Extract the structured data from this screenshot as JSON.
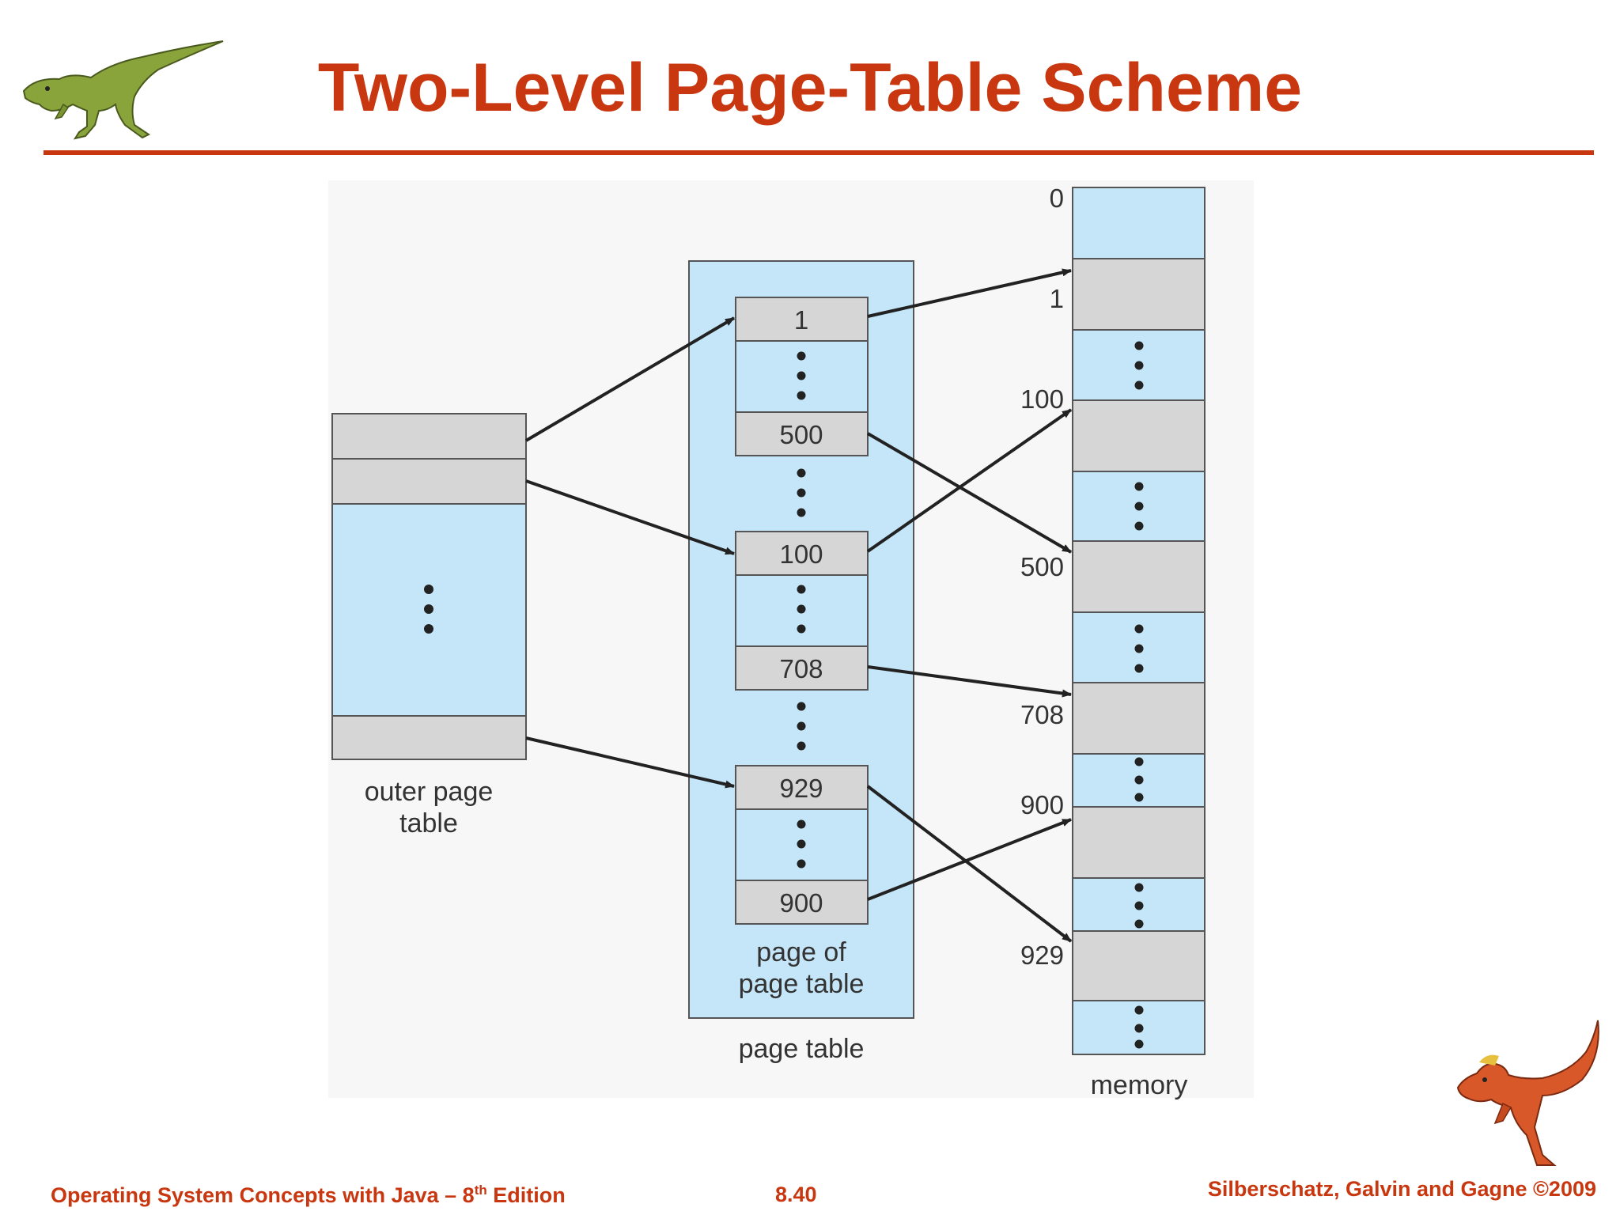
{
  "slide": {
    "title": "Two-Level Page-Table Scheme",
    "footer_left_pre": "Operating System Concepts  with Java – 8",
    "footer_left_sup": "th",
    "footer_left_post": " Edition",
    "footer_center": "8.40",
    "footer_right": "Silberschatz, Galvin and Gagne ©2009"
  },
  "diagram": {
    "outer_label_line1": "outer page",
    "outer_label_line2": "table",
    "page_of_label_line1": "page of",
    "page_of_label_line2": "page table",
    "page_table_label": "page table",
    "memory_label": "memory",
    "entries": [
      "1",
      "500",
      "100",
      "708",
      "929",
      "900"
    ],
    "memory_addresses": [
      "0",
      "1",
      "100",
      "500",
      "708",
      "900",
      "929"
    ]
  },
  "colors": {
    "title": "#c8370f",
    "blue_fill": "#c4e6f8",
    "gray_fill": "#d6d6d6",
    "outline": "#555555"
  }
}
